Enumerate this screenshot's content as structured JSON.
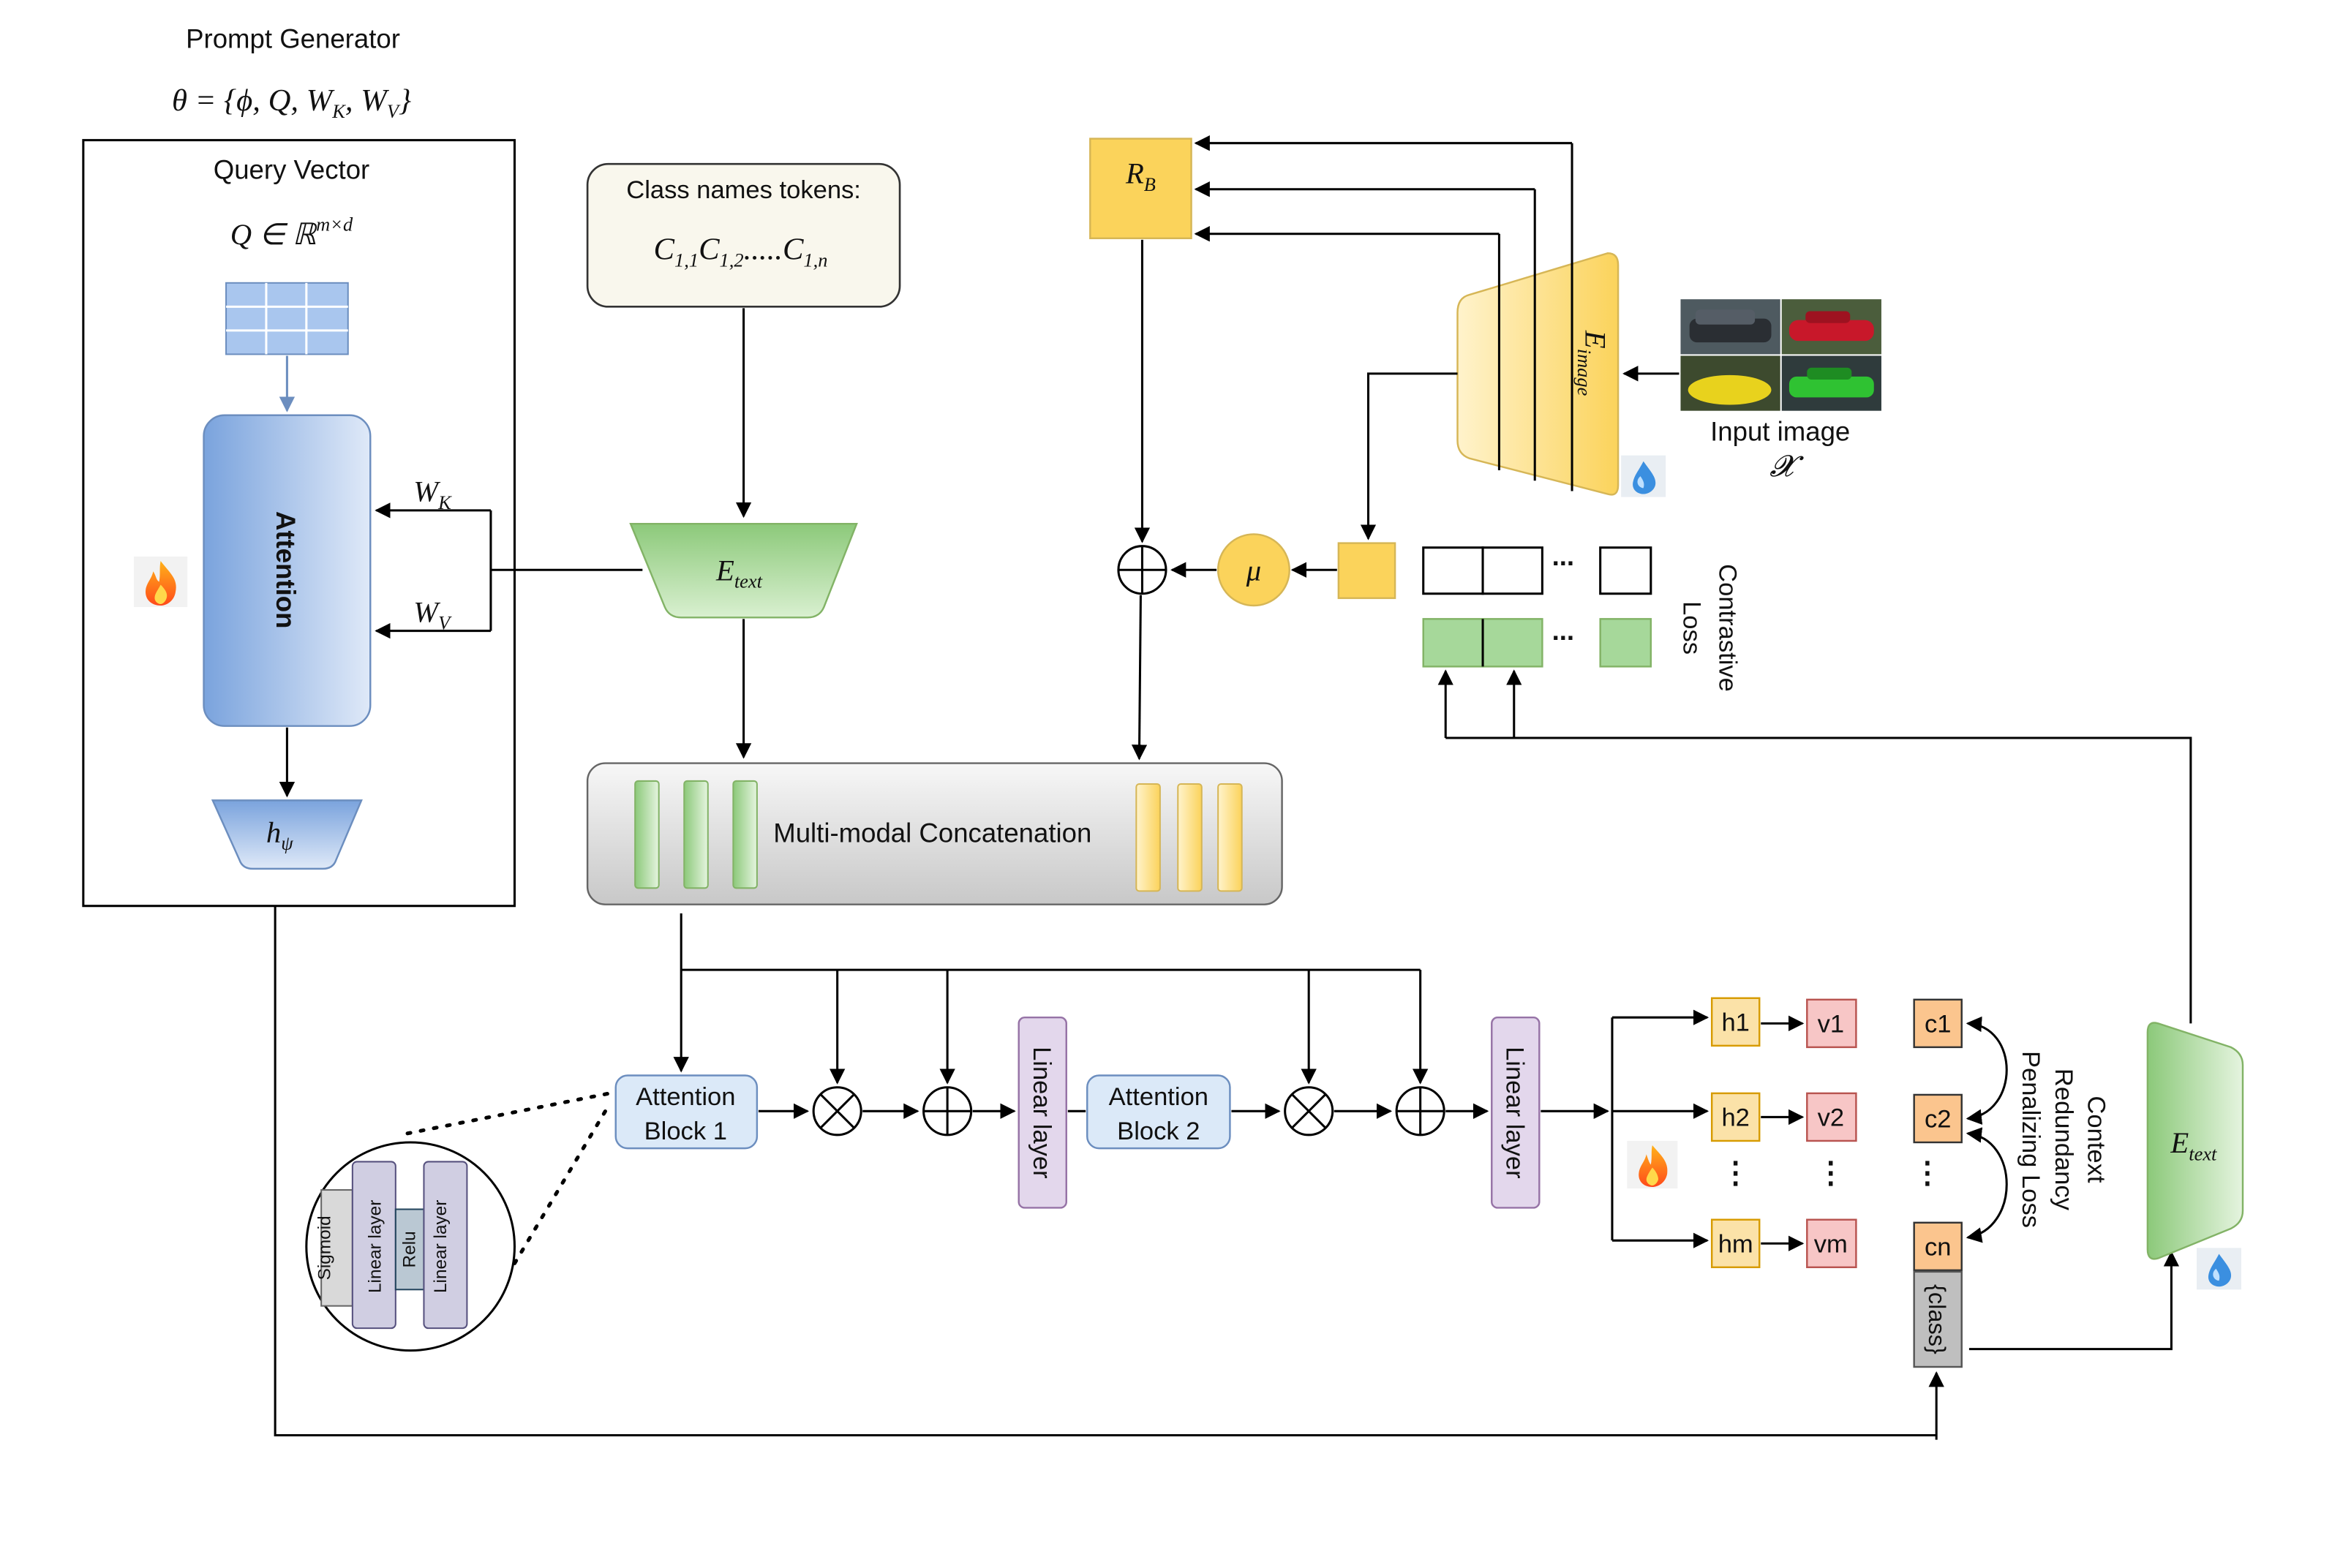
{
  "prompt_generator": {
    "title": "Prompt Generator",
    "theta": "θ = {ϕ, Q, W",
    "theta_sub_k": "K",
    "theta_mid": ", W",
    "theta_sub_v": "V",
    "theta_end": "}"
  },
  "query_vector": {
    "title": "Query Vector",
    "formula": "Q ∈ ℝ",
    "formula_sup": "m×d"
  },
  "attention": {
    "label": "Attention"
  },
  "weights": {
    "wk": "W",
    "wk_sub": "K",
    "wv": "W",
    "wv_sub": "V"
  },
  "h_psi": {
    "label": "h",
    "sub": "ψ"
  },
  "class_tokens": {
    "title": "Class names tokens:",
    "c": "C",
    "sub1": "1,1",
    "sub2": "1,2",
    "dots": ".....",
    "subn": "1,n"
  },
  "e_text": {
    "label": "E",
    "sub": "text"
  },
  "r_b": {
    "label": "R",
    "sub": "B"
  },
  "e_image": {
    "label": "E",
    "sub": "image"
  },
  "input_image": {
    "label": "Input image",
    "symbol": "𝓧"
  },
  "mu": {
    "label": "μ"
  },
  "dots": "...",
  "contrastive_loss": {
    "line1": "Contrastive",
    "line2": "Loss"
  },
  "concat": {
    "label": "Multi-modal Concatenation"
  },
  "attention_block_1": {
    "line1": "Attention",
    "line2": "Block 1"
  },
  "attention_block_2": {
    "line1": "Attention",
    "line2": "Block 2"
  },
  "linear_layer": "Linear layer",
  "zoom": {
    "sigmoid": "Sigmoid",
    "linear": "Linear layer",
    "relu": "Relu"
  },
  "h_items": [
    "h1",
    "h2",
    "hm"
  ],
  "v_items": [
    "v1",
    "v2",
    "vm"
  ],
  "c_items": [
    "c1",
    "c2",
    "cn"
  ],
  "vdots": "⋮",
  "class_token": "{class}",
  "redundancy_loss": {
    "line1": "Context",
    "line2": "Redundancy",
    "line3": "Penalizing Loss"
  },
  "e_text_right": {
    "label": "E",
    "sub": "text"
  },
  "icons": [
    "fire-icon",
    "frozen-icon",
    "car-images"
  ],
  "colors": {
    "attention_blue": "#7aa3dd",
    "green": "#8cc97a",
    "yellow": "#fbd35b",
    "purple": "#e3d7ec",
    "light_blue": "#dbe9f8",
    "orange": "#fbc58e",
    "red": "#f7c6c6"
  }
}
